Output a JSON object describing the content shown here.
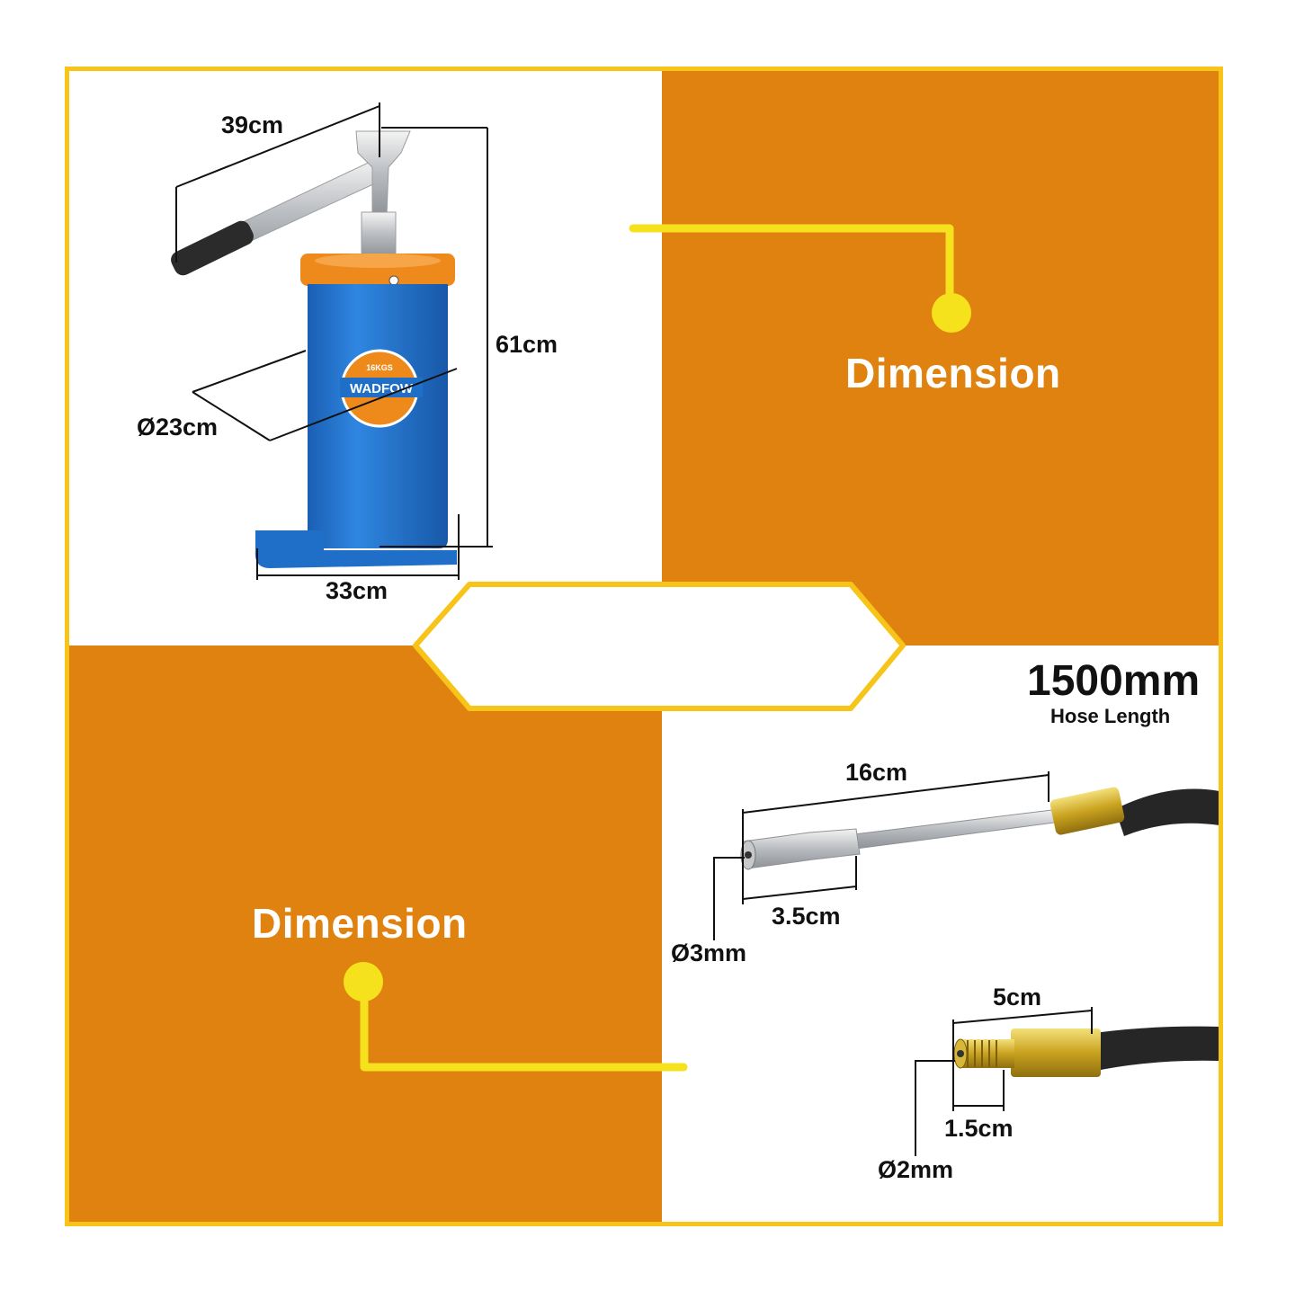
{
  "panels": {
    "top_right_title": "Dimension",
    "bottom_left_title": "Dimension"
  },
  "pump": {
    "brand": "WADFOW",
    "capacity": "16KGS",
    "handle_length": "39cm",
    "height": "61cm",
    "diameter": "Ø23cm",
    "base_width": "33cm"
  },
  "nozzle": {
    "hose_length_value": "1500mm",
    "hose_length_label": "Hose Length",
    "extension_length": "16cm",
    "tip_length": "3.5cm",
    "tip_diameter": "Ø3mm"
  },
  "fitting": {
    "length": "5cm",
    "thread_length": "1.5cm",
    "thread_diameter": "Ø2mm"
  },
  "colors": {
    "orange": "#df820f",
    "yellow": "#f7c419",
    "connector_yellow": "#f5e21c",
    "pump_blue": "#1f6fc8",
    "pump_orange": "#ee8a1c"
  }
}
